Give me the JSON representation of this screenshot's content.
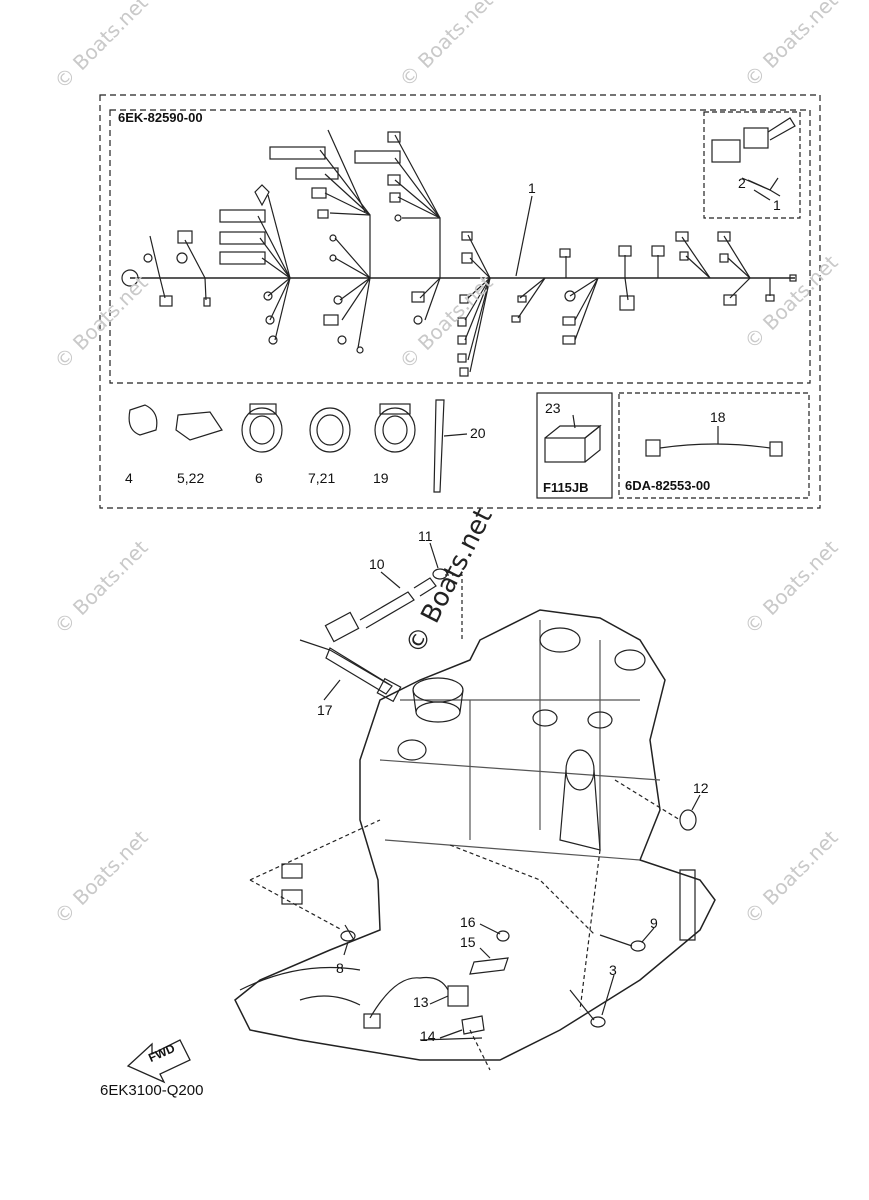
{
  "watermark": "© Boats.net",
  "overlay_watermark": "© Boats.net",
  "harness_box": {
    "code": "6EK-82590-00"
  },
  "fuse_box": {
    "code": "F115JB"
  },
  "sub_harness_box": {
    "code": "6DA-82553-00"
  },
  "callouts": {
    "p1a": "1",
    "p1b": "1",
    "p2": "2",
    "p3": "3",
    "p4": "4",
    "p5": "5,22",
    "p6": "6",
    "p7": "7,21",
    "p8": "8",
    "p9": "9",
    "p10": "10",
    "p11": "11",
    "p12": "12",
    "p13": "13",
    "p14": "14",
    "p15": "15",
    "p16": "16",
    "p17": "17",
    "p18": "18",
    "p19": "19",
    "p20": "20",
    "p23": "23"
  },
  "fwd_label": "FWD",
  "diagram_code": "6EK3100-Q200"
}
